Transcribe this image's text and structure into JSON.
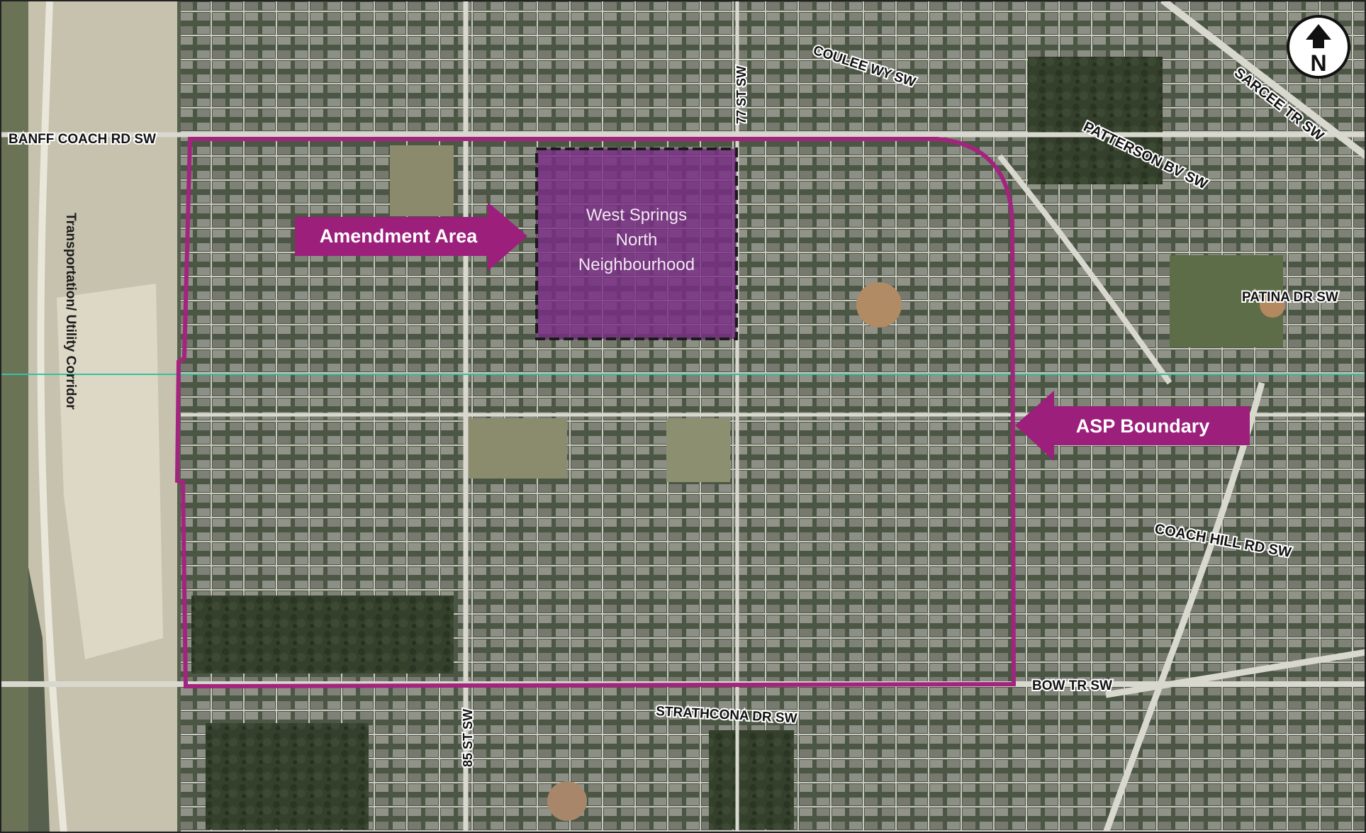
{
  "map": {
    "colors": {
      "boundary": "#a3247e",
      "amendment_fill": "#7a2d86",
      "callout_fill": "#9b1f7b",
      "callout_text": "#ffffff",
      "road_label": "#111111",
      "aerial_dark": "#3f4a38",
      "aerial_mid": "#6b7160",
      "street": "#dcdcd4",
      "construction": "#cbc7b5"
    },
    "north_arrow": {
      "letter": "N",
      "icon": "north-arrow-icon"
    },
    "callouts": {
      "amendment": "Amendment Area",
      "asp": "ASP Boundary"
    },
    "amendment_area": {
      "line1": "West Springs",
      "line2": "North",
      "line3": "Neighbourhood"
    },
    "corridor_label": "Transportation/ Utility Corridor",
    "roads": {
      "banff_coach": "BANFF COACH RD SW",
      "coulee_wy": "COULEE WY SW",
      "st77": "77 ST SW",
      "sarcee": "SARCEE TR SW",
      "patterson": "PATTERSON BV SW",
      "patina": "PATINA DR SW",
      "coach_hill": "COACH HILL RD SW",
      "bow_tr": "BOW TR SW",
      "strathcona": "STRATHCONA DR SW",
      "st85": "85 ST SW"
    }
  }
}
